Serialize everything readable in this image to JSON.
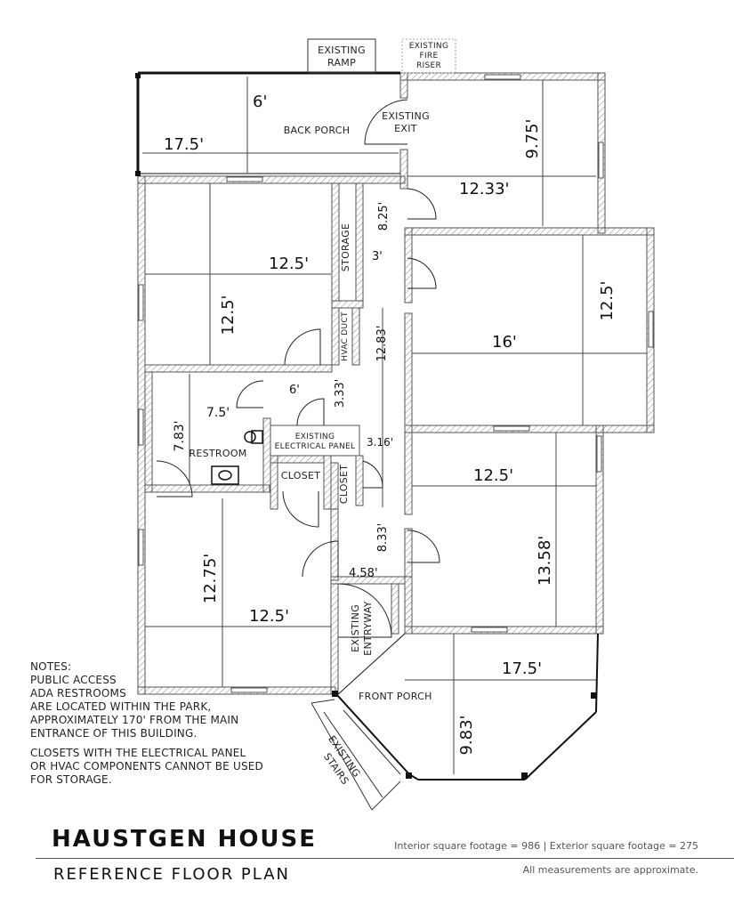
{
  "plan": {
    "labels": {
      "existing_ramp": [
        "EXISTING",
        "RAMP"
      ],
      "existing_fire_riser": [
        "EXISTING",
        "FIRE",
        "RISER"
      ],
      "back_porch": "BACK PORCH",
      "existing_exit": [
        "EXISTING",
        "EXIT"
      ],
      "storage": "STORAGE",
      "hvac_duct": "HVAC DUCT",
      "existing_electrical_panel": [
        "EXISTING",
        "ELECTRICAL PANEL"
      ],
      "restroom": "RESTROOM",
      "closet_1": "CLOSET",
      "closet_2": "CLOSET",
      "existing_entryway": [
        "EXISTING",
        "ENTRYWAY"
      ],
      "front_porch": "FRONT PORCH",
      "existing_stairs": [
        "EXISTING",
        "STAIRS"
      ]
    },
    "dimensions": {
      "back_porch_depth": "6'",
      "back_porch_width": "17.5'",
      "ne_room_height": "9.75'",
      "ne_room_width": "12.33'",
      "hall_top": "8.25'",
      "hall_width": "3'",
      "nw_room_width": "12.5'",
      "nw_room_height": "12.5'",
      "east_room_width": "16'",
      "east_room_height": "12.5'",
      "hall_length": "12.83'",
      "hall_6": "6'",
      "hall_333": "3.33'",
      "restroom_width": "7.5'",
      "restroom_height": "7.83'",
      "hall_316": "3.16'",
      "se_room_width": "12.5'",
      "se_room_height": "13.58'",
      "sw_room_height": "12.75'",
      "sw_room_width": "12.5'",
      "entry_833": "8.33'",
      "entry_458": "4.58'",
      "front_porch_width": "17.5'",
      "front_porch_depth": "9.83'"
    }
  },
  "notes": {
    "heading": "NOTES:",
    "lines": [
      "PUBLIC ACCESS",
      "ADA RESTROOMS",
      "ARE LOCATED WITHIN THE PARK,",
      "APPROXIMATELY 170' FROM THE MAIN",
      "ENTRANCE OF THIS BUILDING."
    ],
    "second": [
      "CLOSETS WITH THE ELECTRICAL PANEL",
      "OR HVAC COMPONENTS CANNOT BE USED",
      "FOR STORAGE."
    ]
  },
  "footer": {
    "title": "HAUSTGEN HOUSE",
    "subtitle": "REFERENCE FLOOR PLAN",
    "footage": "Interior square footage = 986 | Exterior square footage = 275",
    "approx": "All measurements are approximate."
  }
}
